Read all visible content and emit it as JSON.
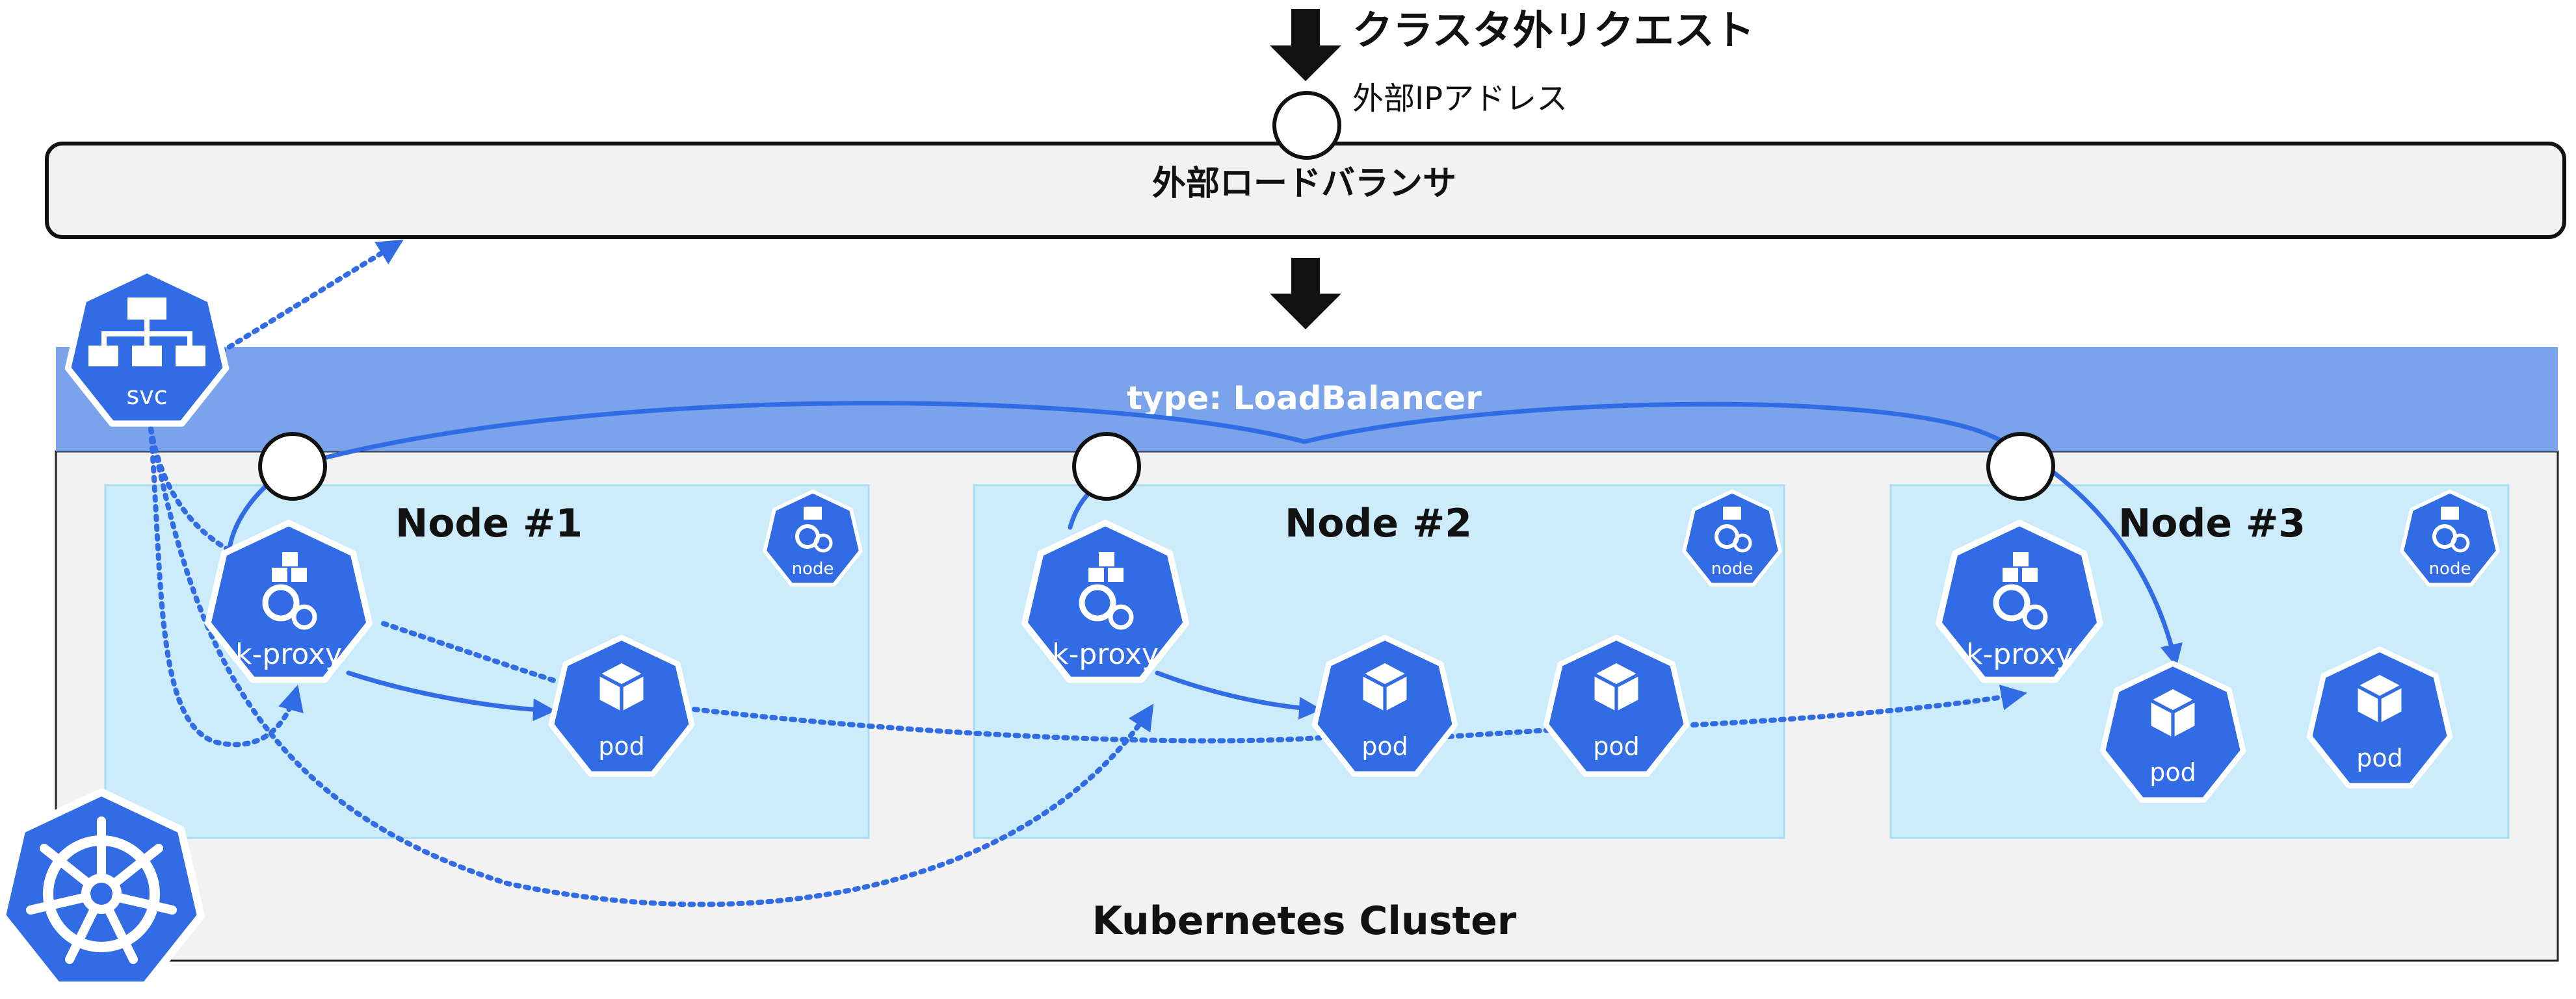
{
  "request": {
    "title": "クラスタ外リクエスト",
    "ip_label": "外部IPアドレス"
  },
  "load_balancer": {
    "label": "外部ロードバランサ"
  },
  "service": {
    "type_label": "type: LoadBalancer",
    "icon_label": "svc"
  },
  "cluster": {
    "label": "Kubernetes Cluster"
  },
  "nodes": [
    {
      "title": "Node #1",
      "badge": "node",
      "proxy_label": "k-proxy",
      "pods": [
        "pod"
      ]
    },
    {
      "title": "Node #2",
      "badge": "node",
      "proxy_label": "k-proxy",
      "pods": [
        "pod",
        "pod"
      ]
    },
    {
      "title": "Node #3",
      "badge": "node",
      "proxy_label": "k-proxy",
      "pods": [
        "pod",
        "pod"
      ]
    }
  ],
  "colors": {
    "k8s_blue": "#326ce5",
    "service_band": "#7aa3ec",
    "node_fill": "#ccecfb",
    "node_border": "#a9def2",
    "cluster_fill": "#f2f2f2",
    "lb_fill": "#f2f2f2"
  }
}
